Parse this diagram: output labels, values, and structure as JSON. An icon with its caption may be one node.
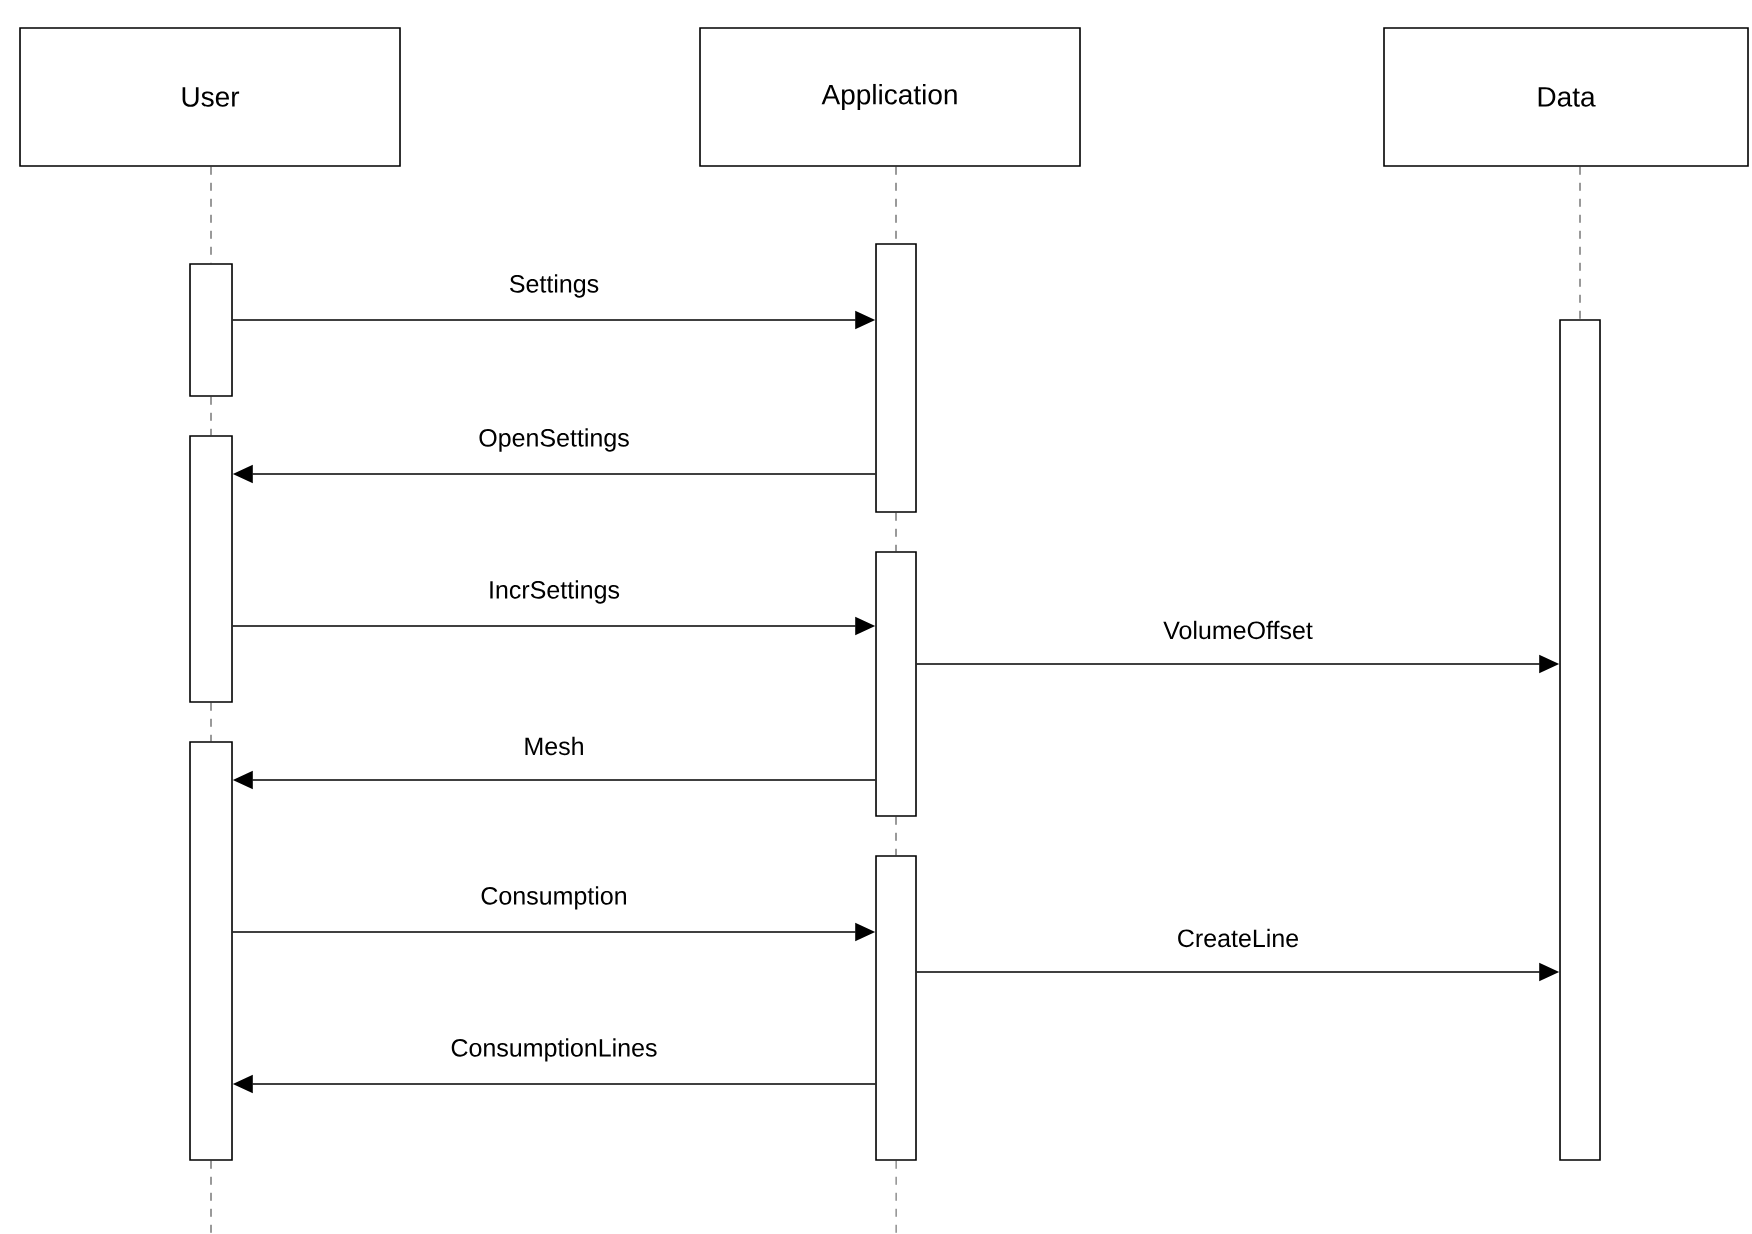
{
  "diagram": {
    "nodes": [
      {
        "text": [
          "User"
        ]
      },
      {
        "text": [
          "Application"
        ]
      },
      {
        "text": [
          "Data"
        ]
      },
      {
        "text": [],
        "shape": "bar"
      },
      {
        "text": [],
        "shape": "bar"
      },
      {
        "text": [],
        "shape": "bar"
      },
      {
        "text": [],
        "shape": "bar"
      },
      {
        "text": [],
        "shape": "bar"
      },
      {
        "text": [],
        "shape": "bar"
      },
      {
        "text": [],
        "shape": "bar"
      }
    ],
    "edges": [
      {
        "from": 3,
        "to": 6,
        "arrow": "to",
        "label": "Settings"
      },
      {
        "from": 6,
        "to": 4,
        "arrow": "to",
        "label": "OpenSettings"
      },
      {
        "from": 4,
        "to": 7,
        "arrow": "to",
        "label": "IncrSettings"
      },
      {
        "from": 7,
        "to": 9,
        "arrow": "to",
        "label": "VolumeOffset"
      },
      {
        "from": 7,
        "to": 5,
        "arrow": "to",
        "label": "Mesh"
      },
      {
        "from": 5,
        "to": 8,
        "arrow": "to",
        "label": "Consumption"
      },
      {
        "from": 8,
        "to": 9,
        "arrow": "to",
        "label": "CreateLine"
      },
      {
        "from": 8,
        "to": 5,
        "arrow": "to",
        "label": "ConsumptionLines"
      },
      {
        "from": 0,
        "to": 3,
        "arrow": "none",
        "style": "dashed"
      },
      {
        "from": 3,
        "to": 4,
        "arrow": "none",
        "style": "dashed"
      },
      {
        "from": 4,
        "to": 5,
        "arrow": "none",
        "style": "dashed"
      },
      {
        "from": 5,
        "to": null,
        "arrow": "none",
        "style": "dashed"
      },
      {
        "from": 1,
        "to": 6,
        "arrow": "none",
        "style": "dashed"
      },
      {
        "from": 6,
        "to": 7,
        "arrow": "none",
        "style": "dashed"
      },
      {
        "from": 7,
        "to": 8,
        "arrow": "none",
        "style": "dashed"
      },
      {
        "from": 8,
        "to": null,
        "arrow": "none",
        "style": "dashed"
      },
      {
        "from": 2,
        "to": 9,
        "arrow": "none",
        "style": "dashed"
      }
    ]
  }
}
